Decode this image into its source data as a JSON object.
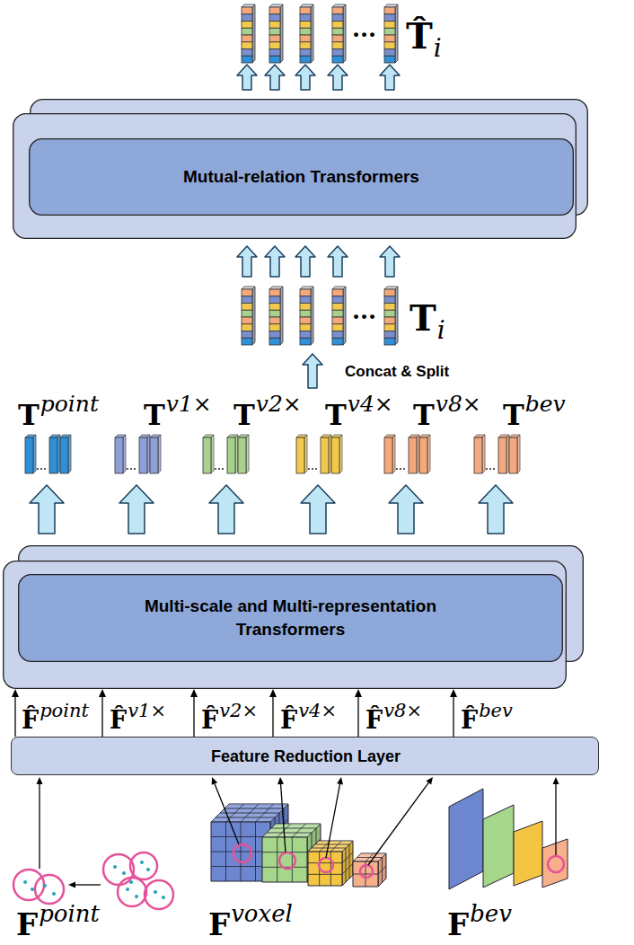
{
  "diagram": {
    "nodes": [
      {
        "text": [
          "Mutual-relation Transformers"
        ]
      },
      {
        "text": [
          "Multi-scale and Multi-representation Transformers"
        ]
      },
      {
        "text": [
          "Feature Reduction Layer"
        ]
      }
    ],
    "edges": [
      {
        "from": 2,
        "to": 1,
        "arrow": "to"
      },
      {
        "from": 2,
        "to": 1,
        "arrow": "to"
      },
      {
        "from": 2,
        "to": 1,
        "arrow": "to"
      },
      {
        "from": 2,
        "to": 1,
        "arrow": "to"
      },
      {
        "from": 2,
        "to": 1,
        "arrow": "to"
      },
      {
        "from": 2,
        "to": 1,
        "arrow": "to"
      }
    ],
    "labels": [
      "···",
      "T̂",
      "i",
      "···",
      "T",
      "i",
      "Concat & Split",
      "T",
      "point",
      "T",
      "v1×",
      "T",
      "v2×",
      "T",
      "v4×",
      "T",
      "v8×",
      "T",
      "bev",
      "F̂",
      "point",
      "F̂",
      "v1×",
      "F̂",
      "v2×",
      "F̂",
      "v4×",
      "F̂",
      "v8×",
      "F̂",
      "bev",
      "F",
      "point",
      "F",
      "voxel",
      "F",
      "bev"
    ]
  }
}
